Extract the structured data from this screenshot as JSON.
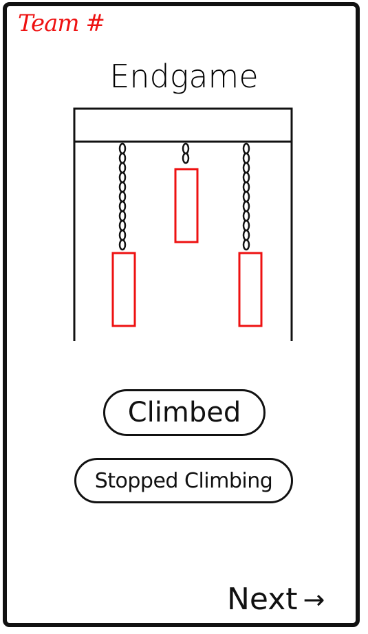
{
  "header": {
    "team_label": "Team #"
  },
  "page": {
    "title": "Endgame"
  },
  "actions": {
    "climbed_label": "Climbed",
    "stopped_label": "Stopped Climbing"
  },
  "footer": {
    "next_label": "Next",
    "next_arrow": "→"
  },
  "colors": {
    "accent": "#ee1111",
    "ink": "#111111"
  },
  "icons": {
    "climb_rig": "hanging-bars-icon"
  }
}
